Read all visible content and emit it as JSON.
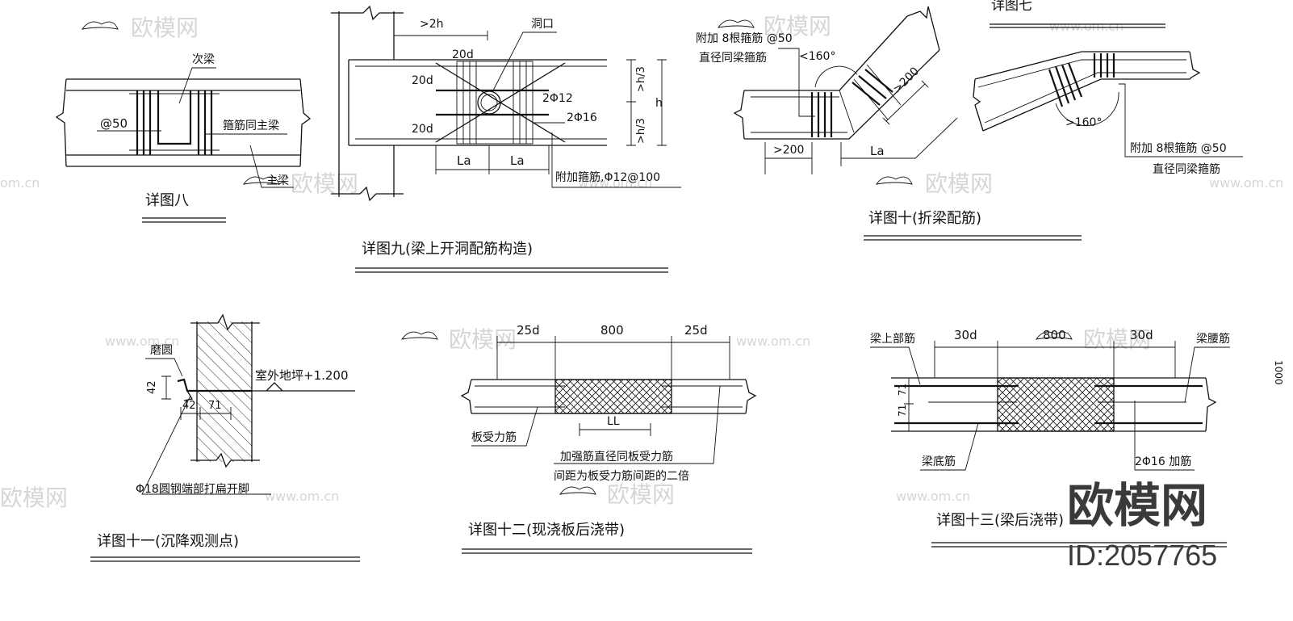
{
  "colors": {
    "line": "#111111",
    "watermark": "#d6d6d6",
    "brand": "#3a3a3a"
  },
  "watermark": {
    "logo": "欧模网",
    "url": "www.om.cn",
    "url_part": "om.cn",
    "logo_part": "欧模网"
  },
  "brand": {
    "name": "欧模网",
    "id": "ID:2057765"
  },
  "detail7": {
    "title": "详图七"
  },
  "detail8": {
    "title": "详图八",
    "label_secondary_beam": "次梁",
    "label_spacing": "@50",
    "label_stirrup_same": "箍筋同主梁",
    "label_main_beam": "主梁"
  },
  "detail9": {
    "title": "详图九(梁上开洞配筋构造)",
    "dim_2h": ">2h",
    "label_hole": "洞口",
    "dim_20d_top": "20d",
    "dim_20d_left": "20d",
    "dim_20d_bottom": "20d",
    "label_2phi12": "2Φ12",
    "label_2phi16": "2Φ16",
    "dim_h3_top": ">h/3",
    "dim_h": "h",
    "dim_h3_bottom": ">h/3",
    "dim_la_left": "La",
    "dim_la_right": "La",
    "label_extra_stirrup": "附加箍筋,Φ12@100"
  },
  "detail10": {
    "title": "详图十(折梁配筋)",
    "label_extra_8_line1": "附加 8根箍筋 @50",
    "label_extra_8_line2": "直径同梁箍筋",
    "angle_left": "<160°",
    "dim_200_diag": ">200",
    "dim_200_bottom": ">200",
    "dim_la": "La"
  },
  "detail10b": {
    "angle": ">160°",
    "label_line1": "附加 8根箍筋 @50",
    "label_line2": "直径同梁箍筋"
  },
  "detail11": {
    "title": "详图十一(沉降观测点)",
    "label_round": "磨圆",
    "label_outdoor": "室外地坪+1.200",
    "dim_42_v": "42",
    "dim_42_h": "42",
    "dim_71": "71",
    "label_phi18": "Φ18圆钢端部打扁开脚"
  },
  "detail12": {
    "title": "详图十二(现浇板后浇带)",
    "dim_25d_left": "25d",
    "dim_800": "800",
    "dim_25d_right": "25d",
    "dim_ll": "LL",
    "label_slab_bar": "板受力筋",
    "label_reinf_line1": "加强筋直径同板受力筋",
    "label_reinf_line2": "间距为板受力筋间距的二倍"
  },
  "detail13": {
    "title": "详图十三(梁后浇带)",
    "label_top_bar": "梁上部筋",
    "dim_30d_left": "30d",
    "dim_800": "800",
    "dim_30d_right": "30d",
    "label_waist_bar": "梁腰筋",
    "dim_71_top": "71",
    "dim_71_bottom": "71",
    "label_bottom_bar": "梁底筋",
    "label_2phi16": "2Φ16 加筋"
  },
  "edge_dim": "1000"
}
